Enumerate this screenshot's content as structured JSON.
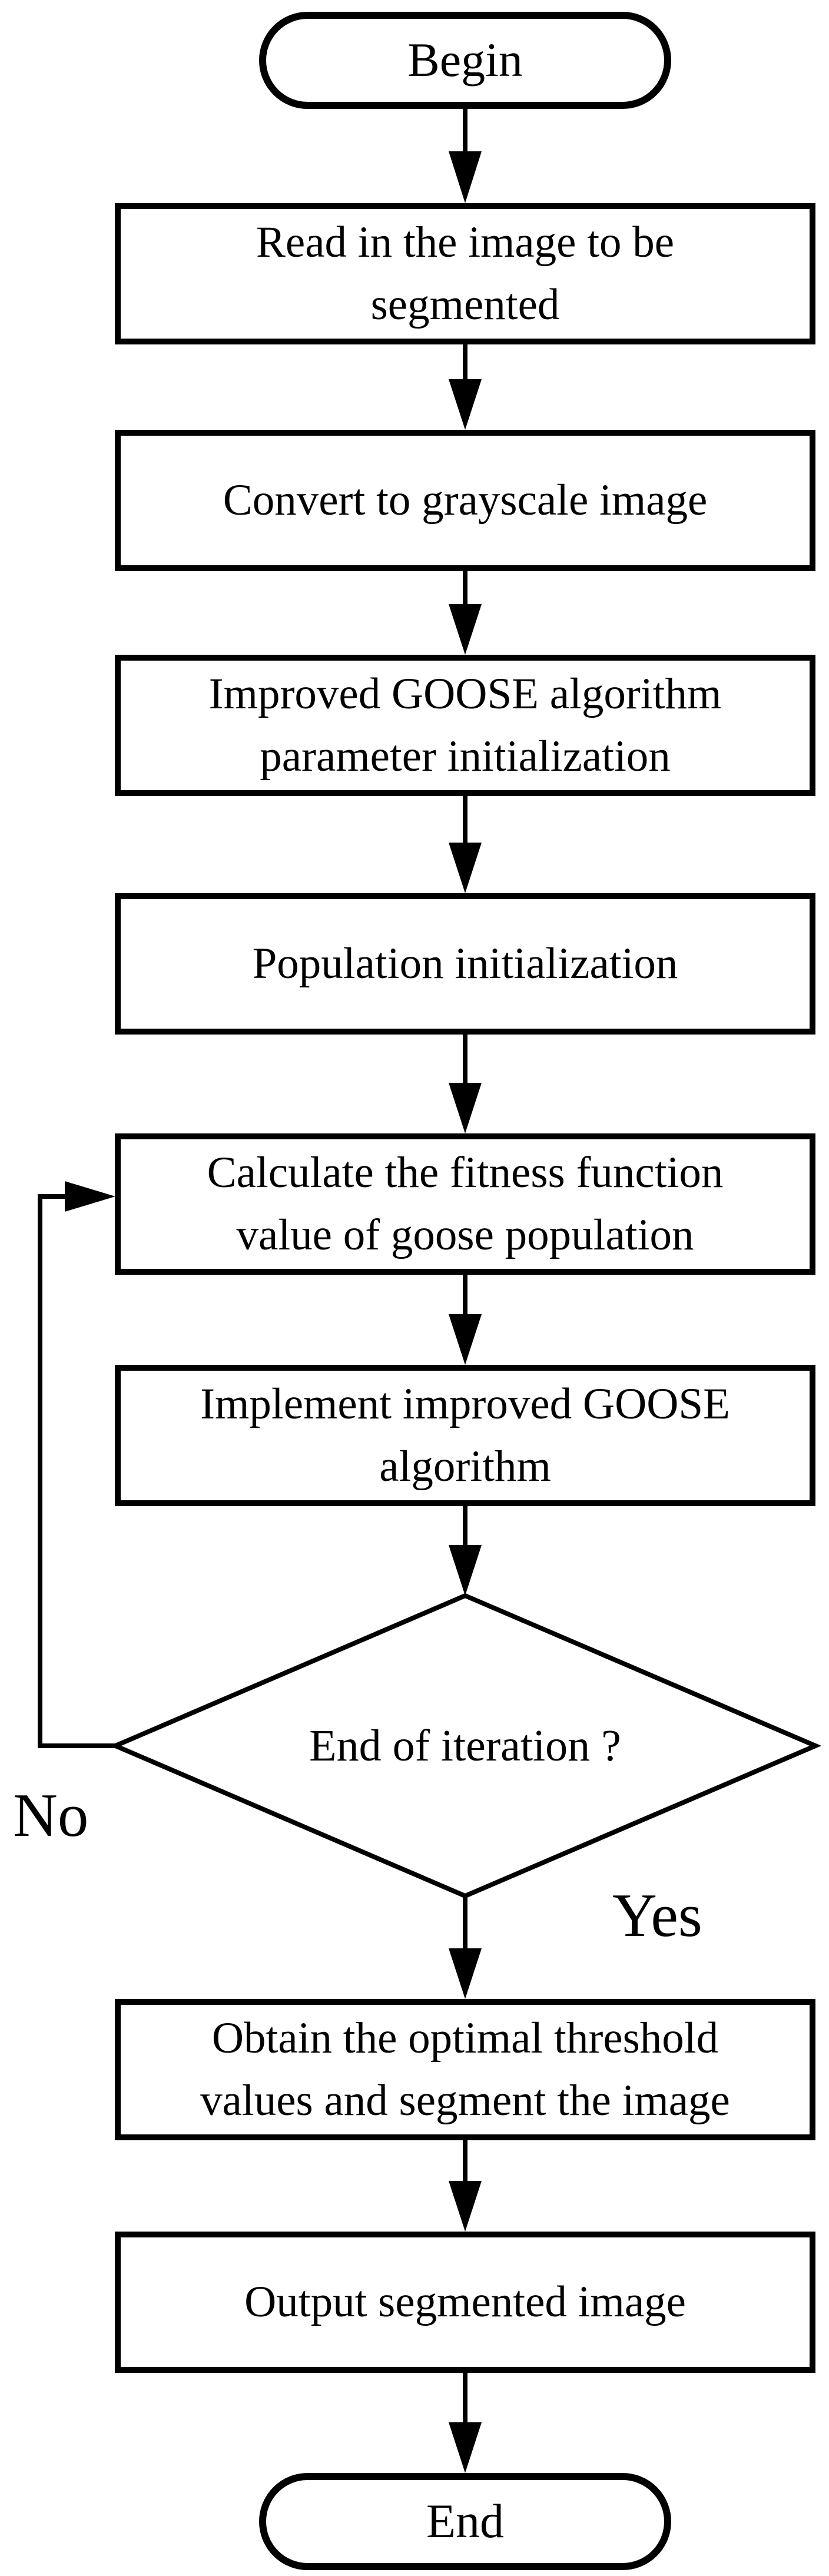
{
  "colors": {
    "stroke": "#000000",
    "fill": "#ffffff",
    "text": "#000000"
  },
  "flowchart": {
    "nodes": [
      {
        "id": "begin",
        "shape": "stadium",
        "label": "Begin"
      },
      {
        "id": "read-image",
        "shape": "process",
        "label": "Read in the image to be\nsegmented"
      },
      {
        "id": "convert-grayscale",
        "shape": "process",
        "label": "Convert to grayscale image"
      },
      {
        "id": "goose-param-init",
        "shape": "process",
        "label": "Improved GOOSE algorithm\nparameter initialization"
      },
      {
        "id": "population-init",
        "shape": "process",
        "label": "Population initialization"
      },
      {
        "id": "calc-fitness",
        "shape": "process",
        "label": "Calculate the fitness function\nvalue of goose population"
      },
      {
        "id": "implement-goose",
        "shape": "process",
        "label": "Implement improved GOOSE\nalgorithm"
      },
      {
        "id": "end-of-iteration",
        "shape": "decision",
        "label": "End of iteration ?"
      },
      {
        "id": "obtain-threshold",
        "shape": "process",
        "label": "Obtain the optimal threshold\nvalues and segment the image"
      },
      {
        "id": "output-segmented",
        "shape": "process",
        "label": "Output segmented image"
      },
      {
        "id": "end",
        "shape": "stadium",
        "label": "End"
      }
    ],
    "edges": [
      {
        "from": "begin",
        "to": "read-image"
      },
      {
        "from": "read-image",
        "to": "convert-grayscale"
      },
      {
        "from": "convert-grayscale",
        "to": "goose-param-init"
      },
      {
        "from": "goose-param-init",
        "to": "population-init"
      },
      {
        "from": "population-init",
        "to": "calc-fitness"
      },
      {
        "from": "calc-fitness",
        "to": "implement-goose"
      },
      {
        "from": "implement-goose",
        "to": "end-of-iteration"
      },
      {
        "from": "end-of-iteration",
        "to": "calc-fitness",
        "label": "No"
      },
      {
        "from": "end-of-iteration",
        "to": "obtain-threshold",
        "label": "Yes"
      },
      {
        "from": "obtain-threshold",
        "to": "output-segmented"
      },
      {
        "from": "output-segmented",
        "to": "end"
      }
    ]
  }
}
